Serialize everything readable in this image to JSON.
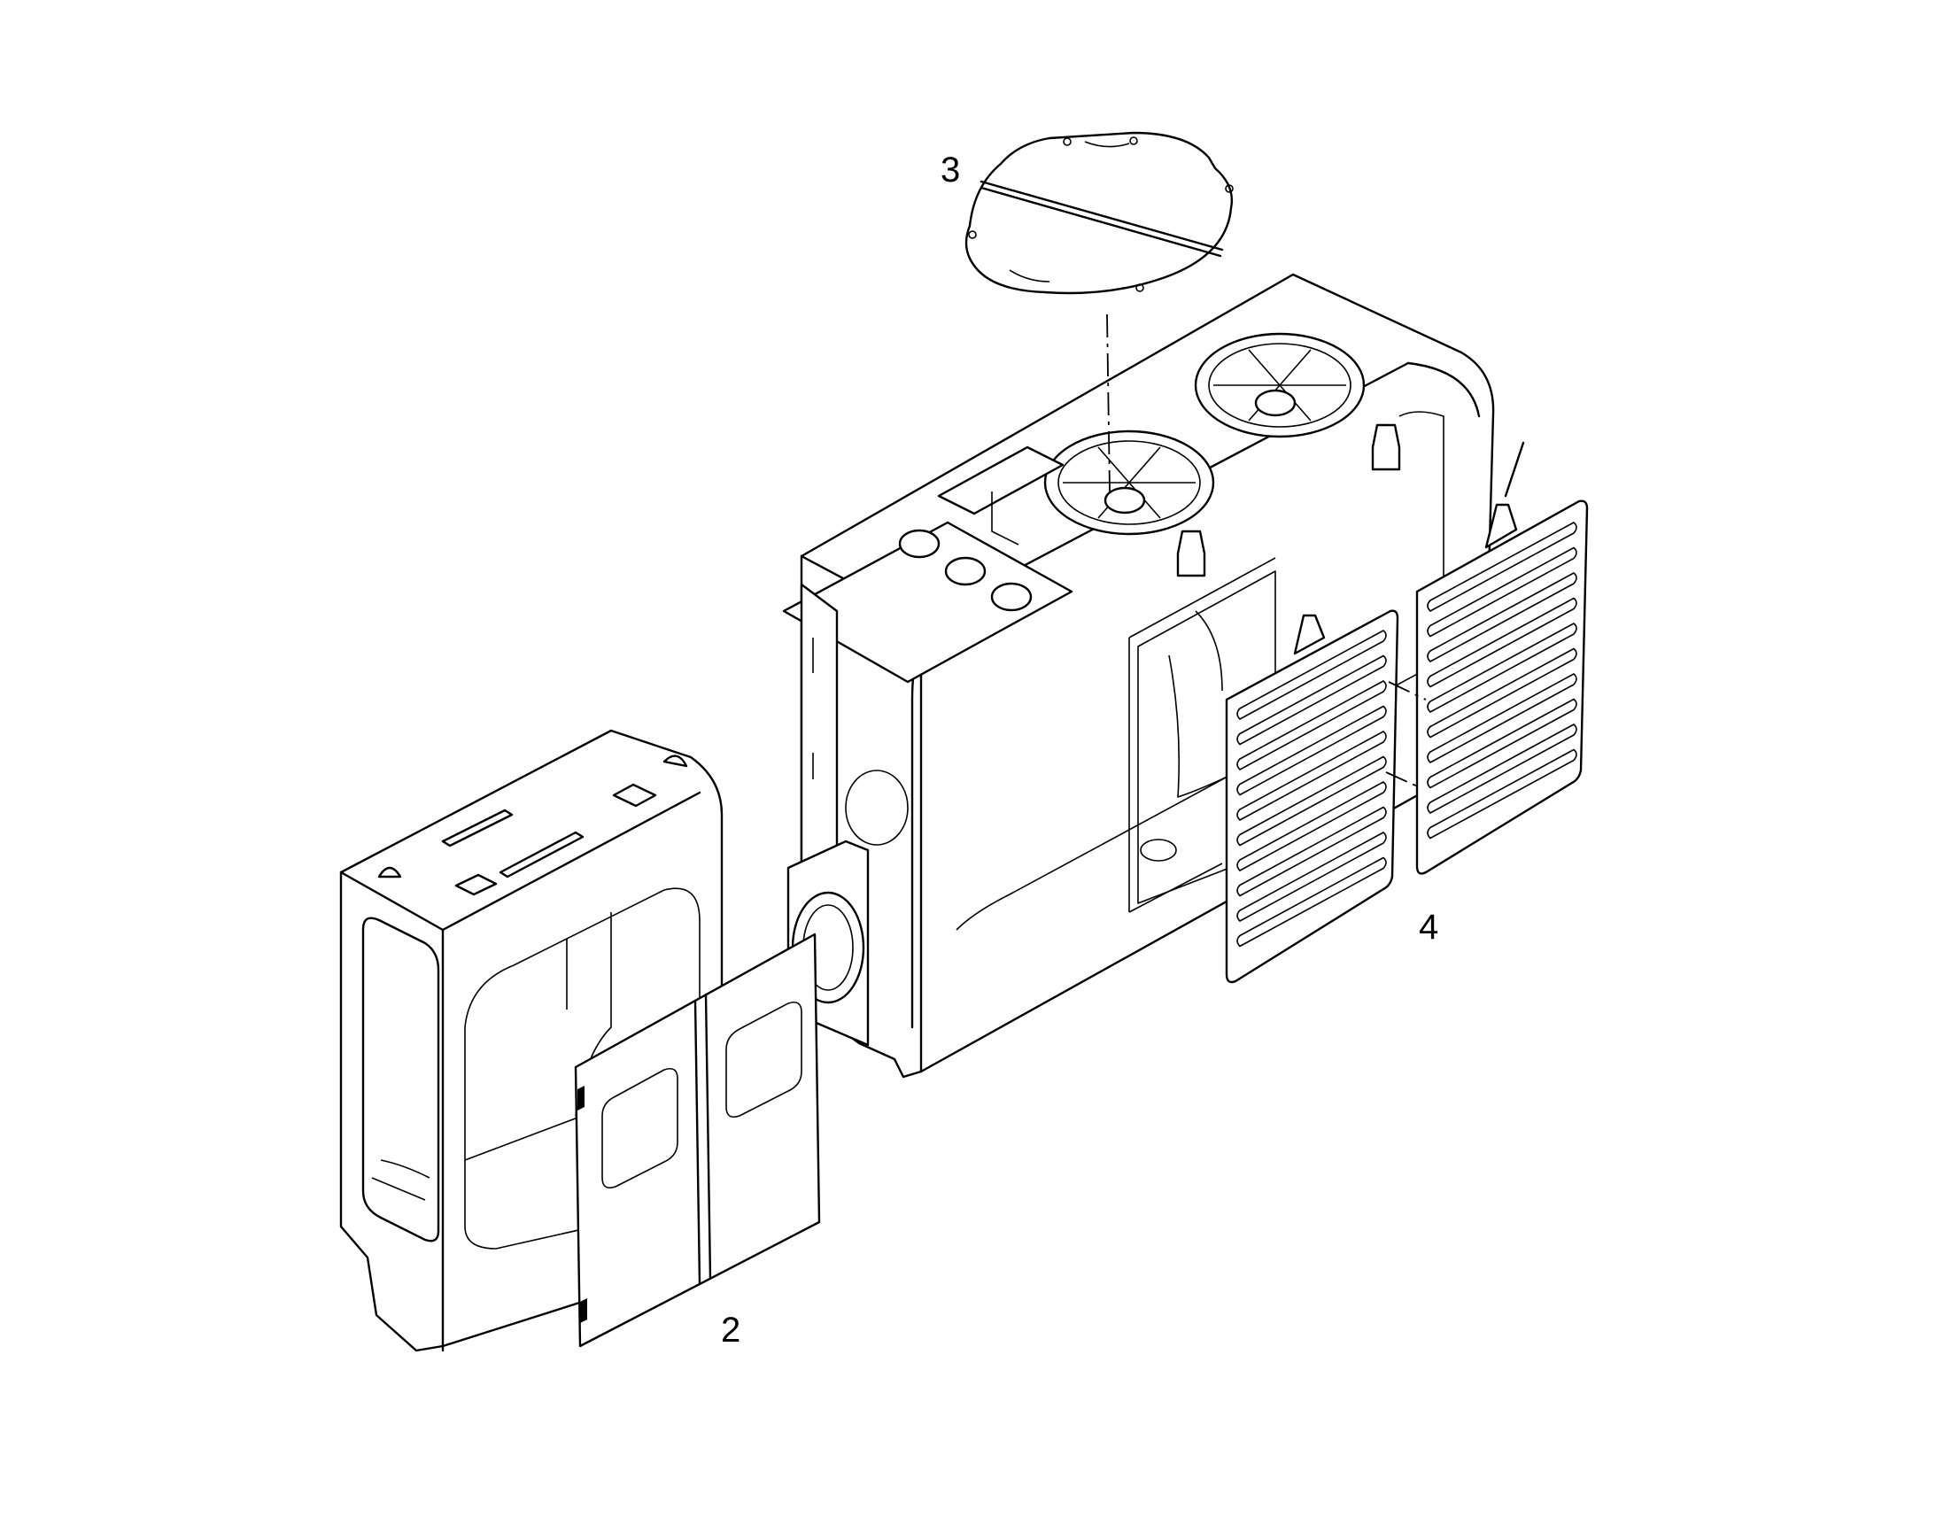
{
  "callouts": {
    "item_2": "2",
    "item_3": "3",
    "item_4": "4"
  },
  "colors": {
    "line": "#000000",
    "background": "#ffffff"
  }
}
